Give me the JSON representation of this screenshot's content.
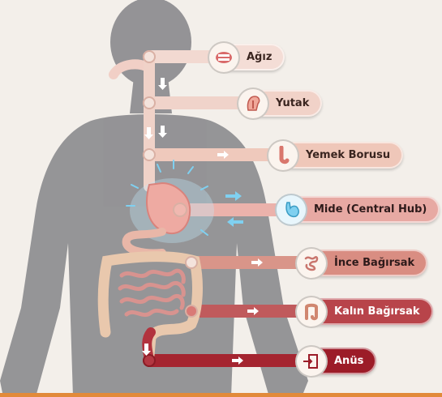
{
  "organs": [
    {
      "label": "Ağız",
      "icon": "mouth-icon",
      "color": "#f4ddd6",
      "text_color": "#3a2520"
    },
    {
      "label": "Yutak",
      "icon": "throat-icon",
      "color": "#f1d2c8",
      "text_color": "#3a2520"
    },
    {
      "label": "Yemek Borusu",
      "icon": "esophagus-icon",
      "color": "#efc7b9",
      "text_color": "#3a2520"
    },
    {
      "label": "Mide (Central Hub)",
      "icon": "stomach-icon",
      "color": "#e7a9a3",
      "text_color": "#2d1a1a"
    },
    {
      "label": "İnce Bağırsak",
      "icon": "small-intestine-icon",
      "color": "#d98d82",
      "text_color": "#2d1a1a"
    },
    {
      "label": "Kalın Bağırsak",
      "icon": "large-intestine-icon",
      "color": "#b8444a",
      "text_color": "#ffffff"
    },
    {
      "label": "Anüs",
      "icon": "anus-icon",
      "color": "#9c1c28",
      "text_color": "#ffffff"
    }
  ],
  "colors": {
    "silhouette": "#8e8e90",
    "connector": "#efcfc4",
    "accent_bottom": "#e28a3a",
    "arrow": "#ffffff",
    "flow_glow": "#7fd0f0"
  }
}
